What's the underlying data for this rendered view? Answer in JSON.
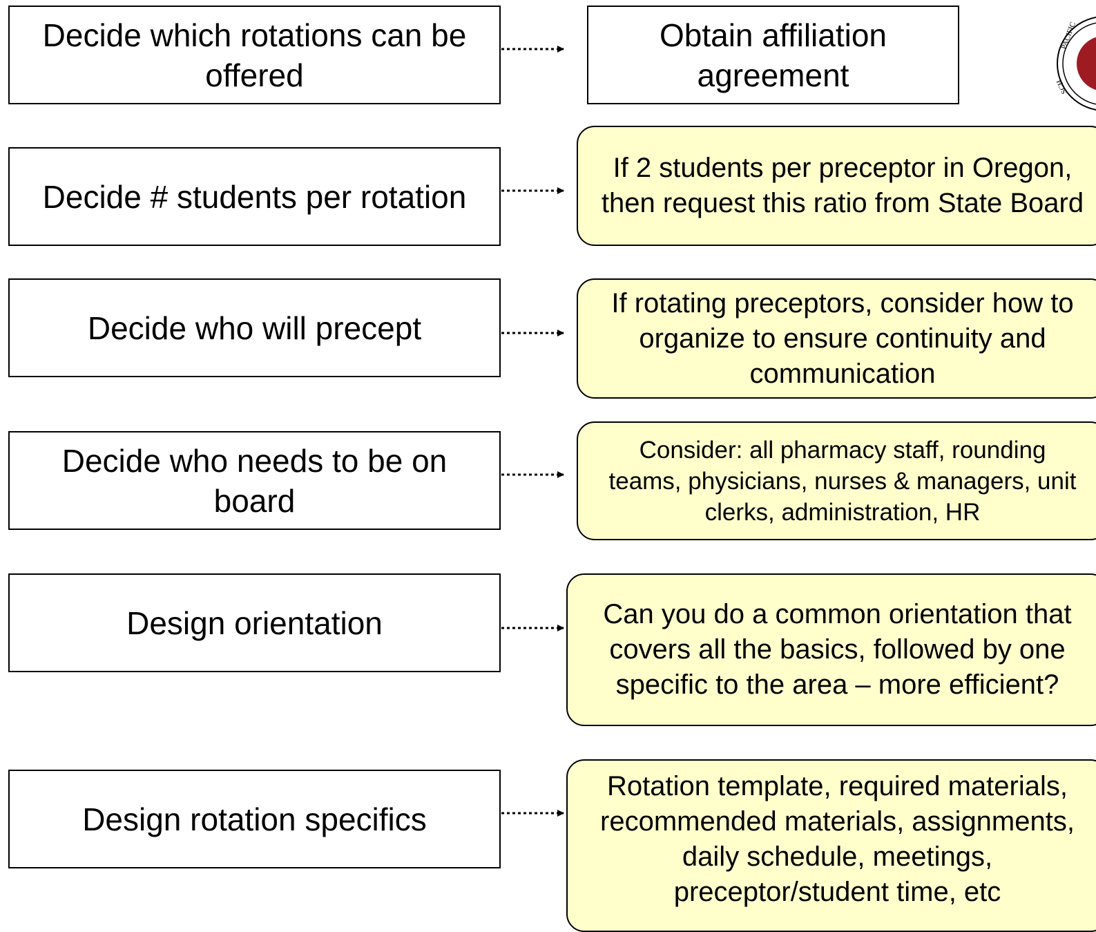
{
  "colors": {
    "border": "#000000",
    "note_fill": "#FFFFCC",
    "step_fill": "#FFFFFF",
    "seal_red": "#9E1B22"
  },
  "steps": [
    {
      "label": "Decide which rotations can be offered"
    },
    {
      "label": "Decide # students per rotation"
    },
    {
      "label": "Decide who will precept"
    },
    {
      "label": "Decide who needs to be on board"
    },
    {
      "label": "Design orientation"
    },
    {
      "label": "Design rotation specifics"
    }
  ],
  "outcomes": [
    {
      "label": "Obtain affiliation agreement"
    },
    {
      "label": "If 2 students per preceptor in Oregon, then request this ratio from State Board"
    },
    {
      "label": "If rotating preceptors, consider how to organize to ensure continuity and communication"
    },
    {
      "label": "Consider: all pharmacy staff, rounding teams, physicians, nurses & managers, unit clerks, administration, HR"
    },
    {
      "label": "Can you do a common orientation that covers all the basics, followed by one specific to the area – more efficient?"
    },
    {
      "label": "Rotation template, required materials, recommended materials, assignments, daily schedule, meetings, preceptor/student time, etc"
    }
  ],
  "logo": {
    "icon": "university-seal-icon",
    "text_fragments": [
      "PACIFIC",
      "SCH"
    ]
  }
}
